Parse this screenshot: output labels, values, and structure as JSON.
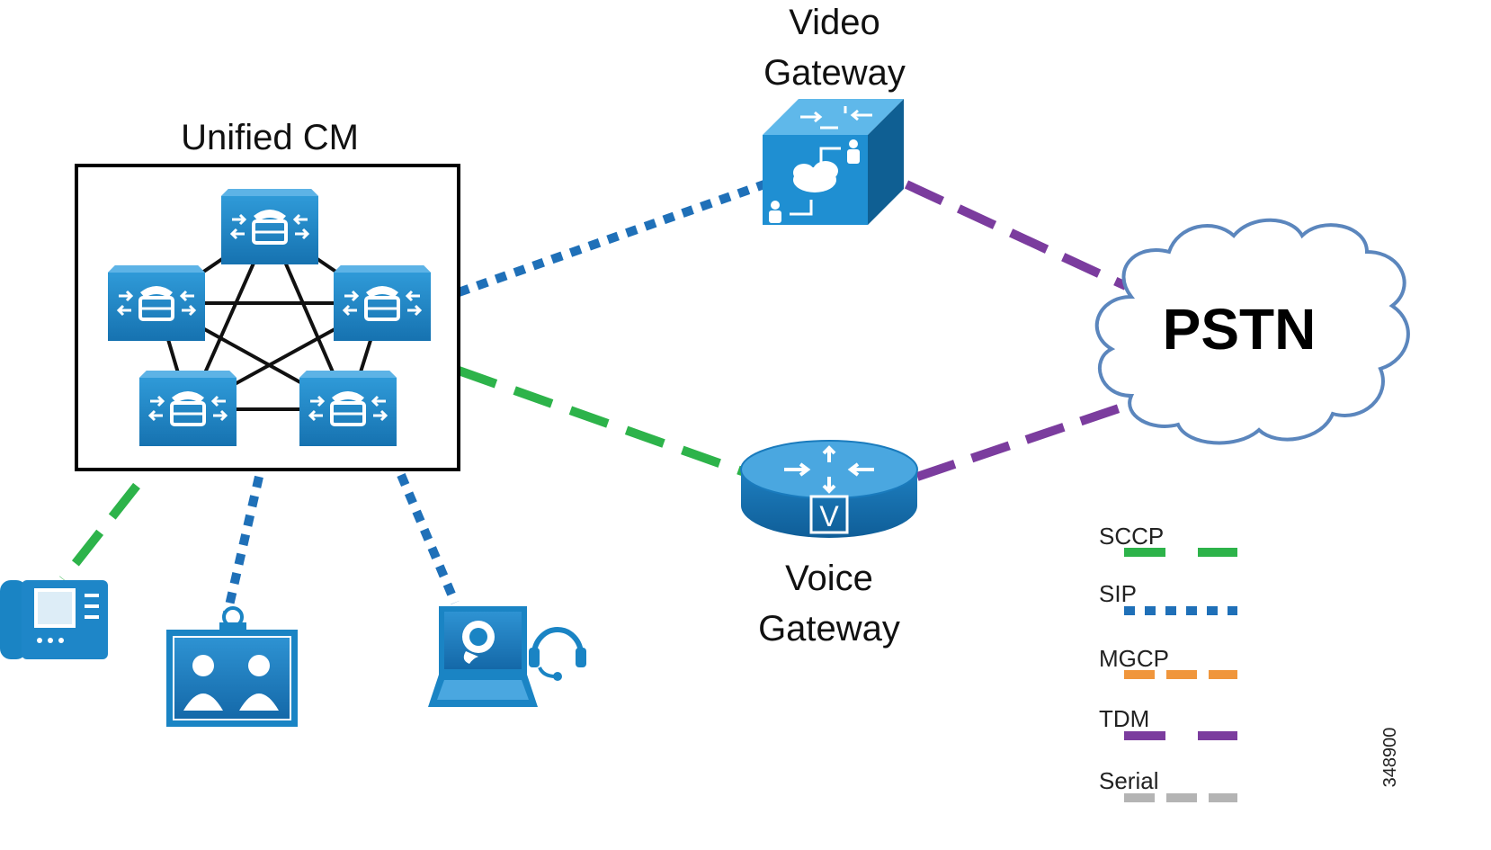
{
  "labels": {
    "cluster": "Unified CM",
    "video_gateway_line1": "Video",
    "video_gateway_line2": "Gateway",
    "voice_gateway_line1": "Voice",
    "voice_gateway_line2": "Gateway",
    "pstn": "PSTN",
    "voice_gateway_badge": "V",
    "figure_number": "348900"
  },
  "legend": [
    {
      "label": "SCCP",
      "color": "#2db34a",
      "pattern": "long-dash"
    },
    {
      "label": "SIP",
      "color": "#1f70b8",
      "pattern": "dot"
    },
    {
      "label": "MGCP",
      "color": "#f0963c",
      "pattern": "dash"
    },
    {
      "label": "TDM",
      "color": "#7b3c9e",
      "pattern": "long-dash"
    },
    {
      "label": "Serial",
      "color": "#b4b4b4",
      "pattern": "dash"
    }
  ],
  "connections": [
    {
      "from": "Unified CM",
      "to": "Video Gateway",
      "protocol": "SIP"
    },
    {
      "from": "Unified CM",
      "to": "Voice Gateway",
      "protocol": "SCCP"
    },
    {
      "from": "Video Gateway",
      "to": "PSTN",
      "protocol": "TDM"
    },
    {
      "from": "Voice Gateway",
      "to": "PSTN",
      "protocol": "TDM"
    },
    {
      "from": "Unified CM",
      "to": "IP phone",
      "protocol": "SCCP"
    },
    {
      "from": "Unified CM",
      "to": "Video endpoint",
      "protocol": "SIP"
    },
    {
      "from": "Unified CM",
      "to": "Soft client",
      "protocol": "SIP"
    }
  ],
  "colors": {
    "device_blue": "#1a84c4",
    "device_dark": "#11608f",
    "cloud_stroke": "#5b86bd"
  },
  "icons": {
    "cluster_nodes": "call-manager-server-icon",
    "video_gateway": "video-gateway-icon",
    "voice_gateway": "voice-gateway-router-icon",
    "pstn": "cloud-icon",
    "phone": "ip-phone-icon",
    "video_endpoint": "video-endpoint-icon",
    "soft_client": "laptop-softphone-icon"
  }
}
